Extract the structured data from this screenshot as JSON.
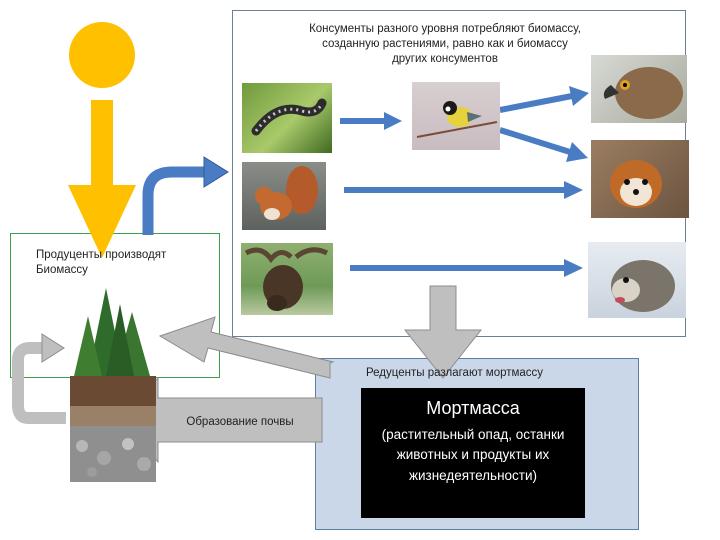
{
  "consumers_text": "Консументы разного уровня потребляют биомассу, созданную растениями, равно как и биомассу других консументов",
  "producers_text": "Продуценты производят Биомассу",
  "reducers_text": "Редуценты разлагают мортмассу",
  "soil_text": "Образование почвы",
  "mortmass": {
    "title": "Мортмасса",
    "description": "(растительный опад, останки животных и продукты их жизнедеятельности)"
  },
  "colors": {
    "sun": "#ffc000",
    "blue_arrow": "#4a7cc4",
    "grey_arrow": "#bfbfbf",
    "producers_border": "#3aa04a",
    "reducers_fill": "#c9d7e8"
  },
  "icons": [
    "sun-icon",
    "caterpillar-photo",
    "squirrel-photo",
    "moose-photo",
    "tit-bird-photo",
    "hawk-photo",
    "marten-photo",
    "wolf-photo",
    "forest-soil-photo"
  ]
}
